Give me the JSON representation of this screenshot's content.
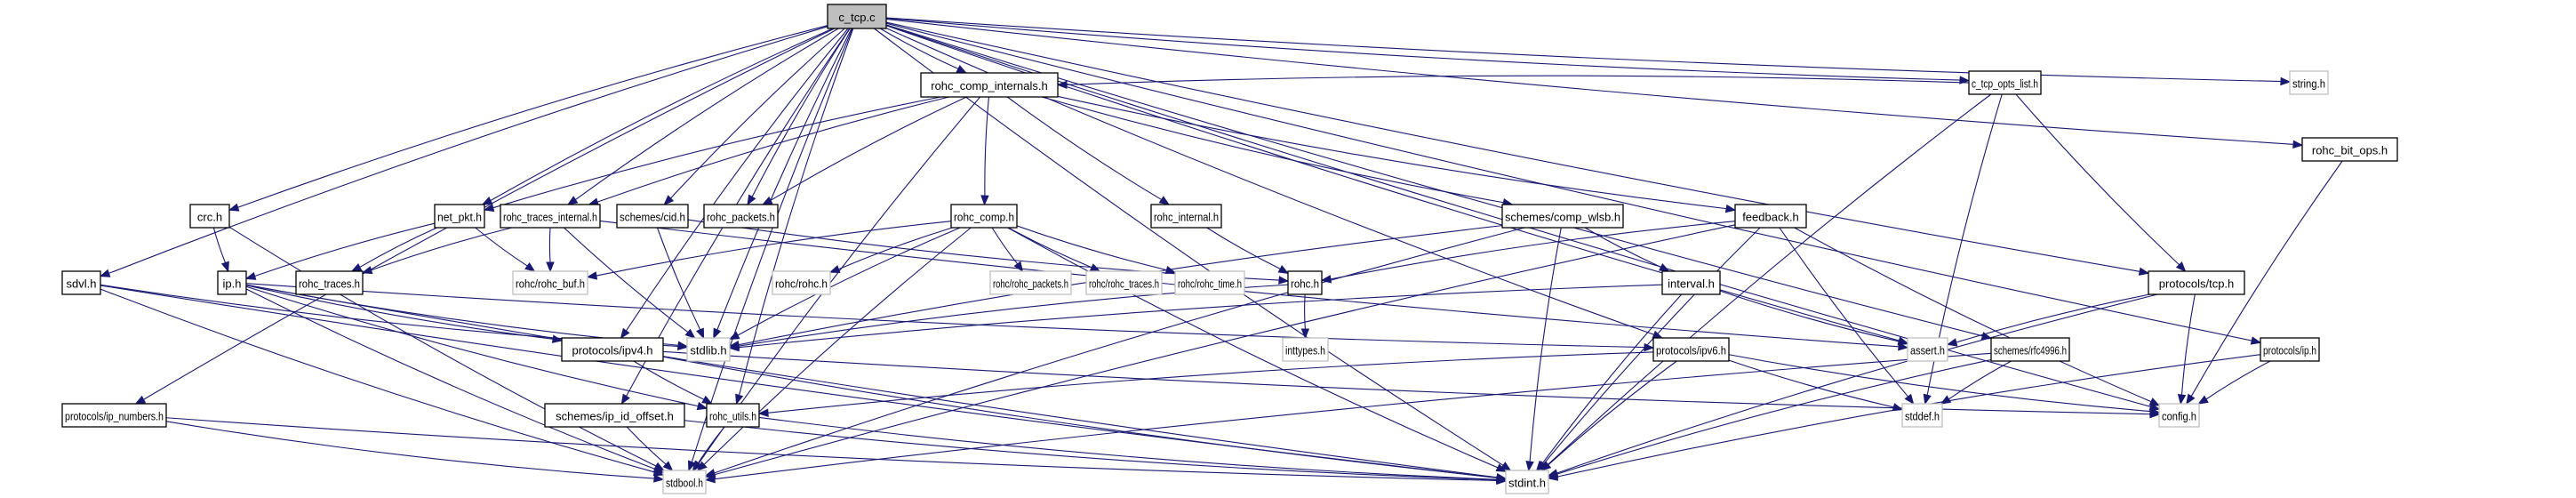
{
  "title": "c_tcp.c include dependency graph",
  "colors": {
    "edge": "#191970",
    "root_fill": "#bfbfbf",
    "local_border": "#000000",
    "system_border": "#bfbfbf",
    "background": "#ffffff"
  },
  "root": "c_tcp.c",
  "nodes": [
    {
      "id": "c_tcp_c",
      "label": "c_tcp.c",
      "kind": "root"
    },
    {
      "id": "c_tcp_opts_list_h",
      "label": "c_tcp_opts_list.h",
      "kind": "local"
    },
    {
      "id": "string_h",
      "label": "string.h",
      "kind": "system"
    },
    {
      "id": "rohc_comp_internals_h",
      "label": "rohc_comp_internals.h",
      "kind": "local"
    },
    {
      "id": "rohc_bit_ops_h",
      "label": "rohc_bit_ops.h",
      "kind": "local"
    },
    {
      "id": "crc_h",
      "label": "crc.h",
      "kind": "local"
    },
    {
      "id": "net_pkt_h",
      "label": "net_pkt.h",
      "kind": "local"
    },
    {
      "id": "rohc_traces_internal_h",
      "label": "rohc_traces_internal.h",
      "kind": "local"
    },
    {
      "id": "schemes_cid_h",
      "label": "schemes/cid.h",
      "kind": "local"
    },
    {
      "id": "rohc_packets_h",
      "label": "rohc_packets.h",
      "kind": "local"
    },
    {
      "id": "rohc_comp_h",
      "label": "rohc_comp.h",
      "kind": "local"
    },
    {
      "id": "rohc_internal_h",
      "label": "rohc_internal.h",
      "kind": "local"
    },
    {
      "id": "schemes_comp_wlsb_h",
      "label": "schemes/comp_wlsb.h",
      "kind": "local"
    },
    {
      "id": "feedback_h",
      "label": "feedback.h",
      "kind": "local"
    },
    {
      "id": "sdvl_h",
      "label": "sdvl.h",
      "kind": "local"
    },
    {
      "id": "ip_h",
      "label": "ip.h",
      "kind": "local"
    },
    {
      "id": "rohc_traces_h",
      "label": "rohc_traces.h",
      "kind": "local"
    },
    {
      "id": "rohc_rohc_buf_h",
      "label": "rohc/rohc_buf.h",
      "kind": "system"
    },
    {
      "id": "rohc_rohc_h",
      "label": "rohc/rohc.h",
      "kind": "system"
    },
    {
      "id": "rohc_rohc_packets_h",
      "label": "rohc/rohc_packets.h",
      "kind": "system"
    },
    {
      "id": "rohc_rohc_traces_h",
      "label": "rohc/rohc_traces.h",
      "kind": "system"
    },
    {
      "id": "rohc_rohc_time_h",
      "label": "rohc/rohc_time.h",
      "kind": "system"
    },
    {
      "id": "rohc_h",
      "label": "rohc.h",
      "kind": "local"
    },
    {
      "id": "interval_h",
      "label": "interval.h",
      "kind": "local"
    },
    {
      "id": "protocols_tcp_h",
      "label": "protocols/tcp.h",
      "kind": "local"
    },
    {
      "id": "protocols_ipv4_h",
      "label": "protocols/ipv4.h",
      "kind": "local"
    },
    {
      "id": "stdlib_h",
      "label": "stdlib.h",
      "kind": "system"
    },
    {
      "id": "inttypes_h",
      "label": "inttypes.h",
      "kind": "system"
    },
    {
      "id": "protocols_ipv6_h",
      "label": "protocols/ipv6.h",
      "kind": "local"
    },
    {
      "id": "assert_h",
      "label": "assert.h",
      "kind": "system"
    },
    {
      "id": "schemes_rfc4996_h",
      "label": "schemes/rfc4996.h",
      "kind": "local"
    },
    {
      "id": "protocols_ip_h",
      "label": "protocols/ip.h",
      "kind": "local"
    },
    {
      "id": "protocols_ip_numbers_h",
      "label": "protocols/ip_numbers.h",
      "kind": "local"
    },
    {
      "id": "schemes_ip_id_offset_h",
      "label": "schemes/ip_id_offset.h",
      "kind": "local"
    },
    {
      "id": "rohc_utils_h",
      "label": "rohc_utils.h",
      "kind": "local"
    },
    {
      "id": "stddef_h",
      "label": "stddef.h",
      "kind": "system"
    },
    {
      "id": "config_h",
      "label": "config.h",
      "kind": "system"
    },
    {
      "id": "stdbool_h",
      "label": "stdbool.h",
      "kind": "system"
    },
    {
      "id": "stdint_h",
      "label": "stdint.h",
      "kind": "system"
    }
  ],
  "edges": [
    [
      "c_tcp_c",
      "c_tcp_opts_list_h"
    ],
    [
      "c_tcp_c",
      "string_h"
    ],
    [
      "c_tcp_c",
      "rohc_comp_internals_h"
    ],
    [
      "c_tcp_c",
      "rohc_bit_ops_h"
    ],
    [
      "c_tcp_c",
      "crc_h"
    ],
    [
      "c_tcp_c",
      "net_pkt_h"
    ],
    [
      "c_tcp_c",
      "rohc_traces_internal_h"
    ],
    [
      "c_tcp_c",
      "schemes_cid_h"
    ],
    [
      "c_tcp_c",
      "rohc_packets_h"
    ],
    [
      "c_tcp_c",
      "sdvl_h"
    ],
    [
      "c_tcp_c",
      "protocols_tcp_h"
    ],
    [
      "c_tcp_c",
      "protocols_ipv4_h"
    ],
    [
      "c_tcp_c",
      "stdlib_h"
    ],
    [
      "c_tcp_c",
      "protocols_ipv6_h"
    ],
    [
      "c_tcp_c",
      "assert_h"
    ],
    [
      "c_tcp_c",
      "schemes_rfc4996_h"
    ],
    [
      "c_tcp_c",
      "protocols_ip_h"
    ],
    [
      "c_tcp_c",
      "protocols_ip_numbers_h"
    ],
    [
      "c_tcp_c",
      "schemes_ip_id_offset_h"
    ],
    [
      "c_tcp_c",
      "rohc_utils_h"
    ],
    [
      "c_tcp_c",
      "config_h"
    ],
    [
      "c_tcp_c",
      "stdbool_h"
    ],
    [
      "c_tcp_c",
      "stdint_h"
    ],
    [
      "c_tcp_opts_list_h",
      "rohc_comp_internals_h"
    ],
    [
      "c_tcp_opts_list_h",
      "protocols_tcp_h"
    ],
    [
      "c_tcp_opts_list_h",
      "stddef_h"
    ],
    [
      "c_tcp_opts_list_h",
      "stdint_h"
    ],
    [
      "rohc_comp_internals_h",
      "net_pkt_h"
    ],
    [
      "rohc_comp_internals_h",
      "rohc_traces_internal_h"
    ],
    [
      "rohc_comp_internals_h",
      "rohc_packets_h"
    ],
    [
      "rohc_comp_internals_h",
      "rohc_comp_h"
    ],
    [
      "rohc_comp_internals_h",
      "rohc_internal_h"
    ],
    [
      "rohc_comp_internals_h",
      "schemes_comp_wlsb_h"
    ],
    [
      "rohc_comp_internals_h",
      "feedback_h"
    ],
    [
      "rohc_comp_internals_h",
      "stdbool_h"
    ],
    [
      "rohc_bit_ops_h",
      "config_h"
    ],
    [
      "crc_h",
      "ip_h"
    ],
    [
      "crc_h",
      "stdbool_h"
    ],
    [
      "net_pkt_h",
      "ip_h"
    ],
    [
      "net_pkt_h",
      "rohc_traces_h"
    ],
    [
      "net_pkt_h",
      "rohc_rohc_buf_h"
    ],
    [
      "rohc_traces_internal_h",
      "rohc_traces_h"
    ],
    [
      "rohc_traces_internal_h",
      "rohc_rohc_buf_h"
    ],
    [
      "rohc_traces_internal_h",
      "stdlib_h"
    ],
    [
      "rohc_traces_internal_h",
      "assert_h"
    ],
    [
      "schemes_cid_h",
      "rohc_h"
    ],
    [
      "schemes_cid_h",
      "stdlib_h"
    ],
    [
      "rohc_comp_h",
      "rohc_rohc_buf_h"
    ],
    [
      "rohc_comp_h",
      "rohc_rohc_h"
    ],
    [
      "rohc_comp_h",
      "rohc_rohc_packets_h"
    ],
    [
      "rohc_comp_h",
      "rohc_rohc_traces_h"
    ],
    [
      "rohc_comp_h",
      "rohc_rohc_time_h"
    ],
    [
      "rohc_comp_h",
      "stdlib_h"
    ],
    [
      "rohc_comp_h",
      "stdbool_h"
    ],
    [
      "rohc_comp_h",
      "stdint_h"
    ],
    [
      "rohc_internal_h",
      "rohc_h"
    ],
    [
      "schemes_comp_wlsb_h",
      "interval_h"
    ],
    [
      "schemes_comp_wlsb_h",
      "stdlib_h"
    ],
    [
      "schemes_comp_wlsb_h",
      "stdbool_h"
    ],
    [
      "schemes_comp_wlsb_h",
      "stdint_h"
    ],
    [
      "feedback_h",
      "rohc_h"
    ],
    [
      "feedback_h",
      "stdint_h"
    ],
    [
      "feedback_h",
      "stdbool_h"
    ],
    [
      "feedback_h",
      "stddef_h"
    ],
    [
      "feedback_h",
      "config_h"
    ],
    [
      "sdvl_h",
      "stdlib_h"
    ],
    [
      "sdvl_h",
      "stdint_h"
    ],
    [
      "sdvl_h",
      "stdbool_h"
    ],
    [
      "ip_h",
      "protocols_ipv4_h"
    ],
    [
      "ip_h",
      "protocols_ipv6_h"
    ],
    [
      "ip_h",
      "stdlib_h"
    ],
    [
      "ip_h",
      "stdint_h"
    ],
    [
      "ip_h",
      "stdbool_h"
    ],
    [
      "ip_h",
      "rohc_utils_h"
    ],
    [
      "rohc_h",
      "inttypes_h"
    ],
    [
      "rohc_h",
      "stdlib_h"
    ],
    [
      "interval_h",
      "stdint_h"
    ],
    [
      "interval_h",
      "assert_h"
    ],
    [
      "interval_h",
      "stdlib_h"
    ],
    [
      "protocols_tcp_h",
      "assert_h"
    ],
    [
      "protocols_tcp_h",
      "config_h"
    ],
    [
      "protocols_tcp_h",
      "stdint_h"
    ],
    [
      "protocols_ipv4_h",
      "rohc_utils_h"
    ],
    [
      "protocols_ipv4_h",
      "stdint_h"
    ],
    [
      "protocols_ipv4_h",
      "config_h"
    ],
    [
      "protocols_ipv6_h",
      "rohc_utils_h"
    ],
    [
      "protocols_ipv6_h",
      "stdint_h"
    ],
    [
      "protocols_ipv6_h",
      "stddef_h"
    ],
    [
      "protocols_ipv6_h",
      "config_h"
    ],
    [
      "schemes_rfc4996_h",
      "stddef_h"
    ],
    [
      "schemes_rfc4996_h",
      "stdint_h"
    ],
    [
      "schemes_rfc4996_h",
      "stdbool_h"
    ],
    [
      "protocols_ip_h",
      "config_h"
    ],
    [
      "protocols_ip_h",
      "stdint_h"
    ],
    [
      "protocols_ip_numbers_h",
      "stdint_h"
    ],
    [
      "protocols_ip_numbers_h",
      "stdbool_h"
    ],
    [
      "schemes_ip_id_offset_h",
      "stdbool_h"
    ],
    [
      "schemes_ip_id_offset_h",
      "stdint_h"
    ],
    [
      "rohc_utils_h",
      "stdbool_h"
    ],
    [
      "rohc_utils_h",
      "stdint_h"
    ]
  ]
}
